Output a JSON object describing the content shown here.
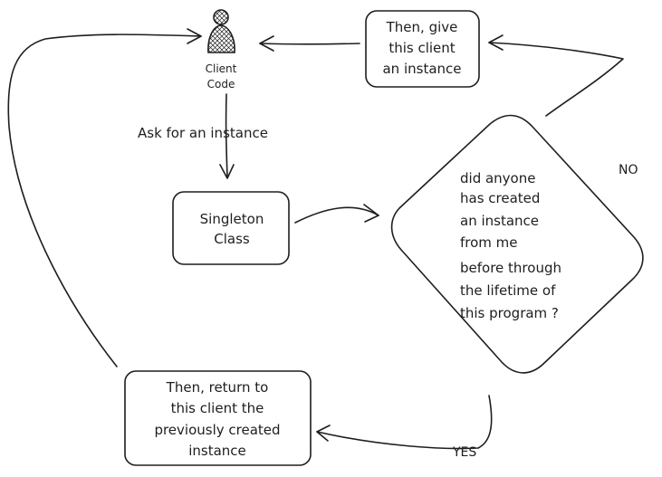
{
  "actor": {
    "label_lines": [
      "Client",
      "Code"
    ]
  },
  "edges": {
    "ask_label": "Ask for an instance",
    "no_label": "NO",
    "yes_label": "YES"
  },
  "nodes": {
    "singleton": {
      "lines": [
        "Singleton",
        "Class"
      ]
    },
    "give": {
      "lines": [
        "Then, give",
        "this client",
        "an instance"
      ]
    },
    "decision": {
      "lines": [
        "did anyone",
        "has created",
        "an instance",
        "from me",
        "before through",
        "the lifetime of",
        "this program ?"
      ]
    },
    "return": {
      "lines": [
        "Then, return to",
        "this client the",
        "previously created",
        "instance"
      ]
    }
  },
  "colors": {
    "ink": "#1e1e1e",
    "background": "#ffffff"
  }
}
